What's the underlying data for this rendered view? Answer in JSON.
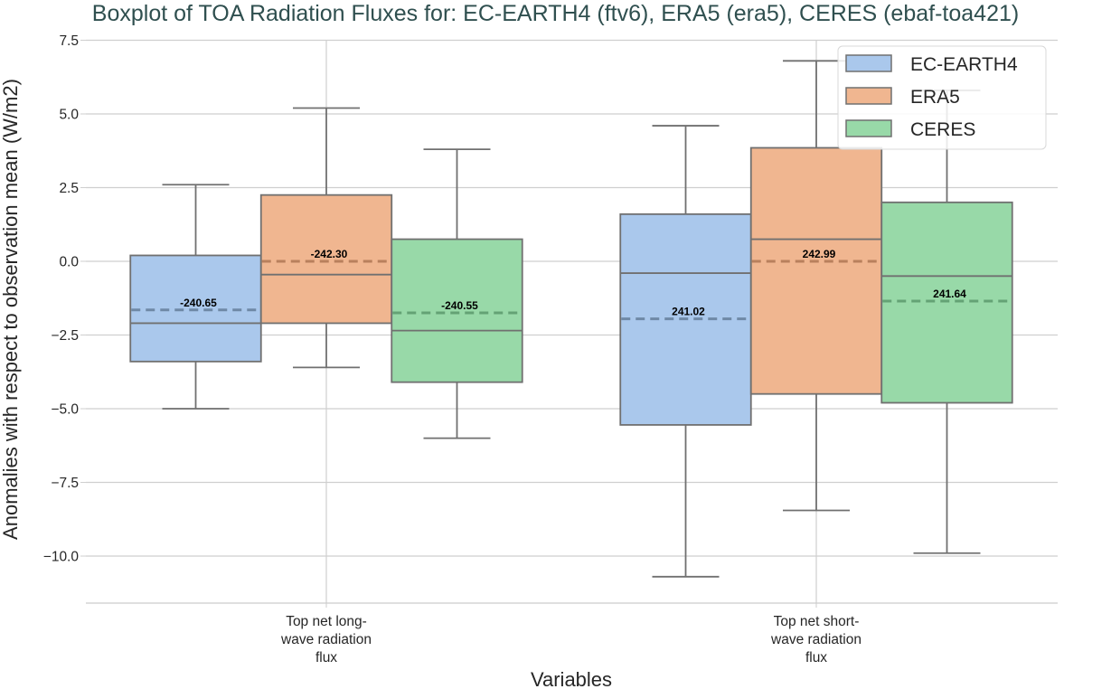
{
  "chart_data": {
    "type": "boxplot",
    "title": "Boxplot of TOA Radiation Fluxes for: EC-EARTH4 (ftv6), ERA5 (era5), CERES (ebaf-toa421)",
    "xlabel": "Variables",
    "ylabel": "Anomalies with respect to observation mean (W/m2)",
    "ylim": [
      -11.5,
      7.5
    ],
    "yticks": [
      7.5,
      5.0,
      2.5,
      0.0,
      -2.5,
      -5.0,
      -7.5,
      -10.0
    ],
    "ytick_labels": [
      "7.5",
      "5.0",
      "2.5",
      "0.0",
      "−2.5",
      "−5.0",
      "−7.5",
      "−10.0"
    ],
    "grid": true,
    "legend_position": "upper right",
    "categories": [
      [
        "Top net long-",
        "wave radiation",
        "flux"
      ],
      [
        "Top net short-",
        "wave radiation",
        "flux"
      ]
    ],
    "series": [
      {
        "name": "EC-EARTH4",
        "color": "#aac8ec",
        "mean_color": "#6f89a6",
        "boxes": [
          {
            "whisker_low": -5.0,
            "q1": -3.4,
            "median": -2.1,
            "q3": 0.2,
            "whisker_high": 2.6,
            "mean": -1.65,
            "mean_label": "-240.65"
          },
          {
            "whisker_low": -10.7,
            "q1": -5.55,
            "median": -0.4,
            "q3": 1.6,
            "whisker_high": 4.6,
            "mean": -1.95,
            "mean_label": "241.02"
          }
        ]
      },
      {
        "name": "ERA5",
        "color": "#f0b690",
        "mean_color": "#b9805d",
        "boxes": [
          {
            "whisker_low": -3.6,
            "q1": -2.1,
            "median": -0.45,
            "q3": 2.25,
            "whisker_high": 5.2,
            "mean": 0.0,
            "mean_label": "-242.30"
          },
          {
            "whisker_low": -8.45,
            "q1": -4.5,
            "median": 0.75,
            "q3": 3.85,
            "whisker_high": 6.8,
            "mean": 0.0,
            "mean_label": "242.99"
          }
        ]
      },
      {
        "name": "CERES",
        "color": "#98d9a8",
        "mean_color": "#64a275",
        "boxes": [
          {
            "whisker_low": -6.0,
            "q1": -4.1,
            "median": -2.35,
            "q3": 0.75,
            "whisker_high": 3.8,
            "mean": -1.75,
            "mean_label": "-240.55"
          },
          {
            "whisker_low": -9.9,
            "q1": -4.8,
            "median": -0.5,
            "q3": 2.0,
            "whisker_high": 5.8,
            "mean": -1.35,
            "mean_label": "241.64"
          }
        ]
      }
    ]
  }
}
